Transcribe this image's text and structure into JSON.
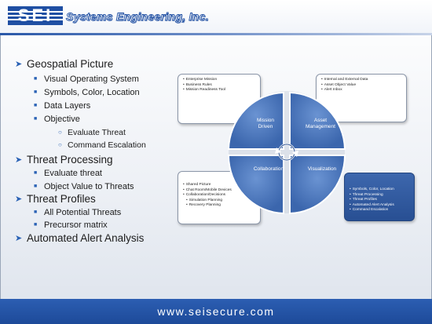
{
  "header": {
    "logo_text": "SEI",
    "company": "Systems Engineering, Inc."
  },
  "outline": {
    "geospatial": "Geospatial Picture",
    "visual_os": "Visual Operating System",
    "symbols": "Symbols, Color, Location",
    "data_layers": "Data Layers",
    "objective": "Objective",
    "evaluate_threat": "Evaluate Threat",
    "command_escalation": "Command Escalation",
    "threat_processing": "Threat Processing",
    "evaluate_threat_lc": "Evaluate threat",
    "object_value": "Object Value to Threats",
    "threat_profiles": "Threat Profiles",
    "all_potential": "All Potential Threats",
    "precursor": "Precursor matrix",
    "automated": "Automated Alert Analysis"
  },
  "diagram": {
    "quadrants": {
      "mission_l1": "Mission",
      "mission_l2": "Driven",
      "asset_l1": "Asset",
      "asset_l2": "Management",
      "collaboration": "Collaboration",
      "visualization": "Visualization"
    },
    "callout_top_left": [
      "Enterprise Mission",
      "Business Rules",
      "Mission Readiness Tool"
    ],
    "callout_top_right": [
      "Internal and External  Data",
      "Asset Object Value",
      "Alert Inbox"
    ],
    "callout_bottom_left": {
      "items": [
        "Shared Picture",
        "Chat Room/Mobile Devices",
        "Collaboration/Decisions"
      ],
      "sub_items": [
        "Simulation Planning",
        "Recovery Planning"
      ]
    },
    "callout_bottom_right": [
      "Symbols, Color, Location",
      "Threat Processing",
      "Threat Profiles",
      "Automated Alert Analysis",
      "Command Escalation"
    ]
  },
  "footer": {
    "url": "www.seisecure.com"
  },
  "colors": {
    "brand_blue": "#1f4fa3",
    "accent_blue": "#2a62b5",
    "wheel_blue": "#4a76bd",
    "footer_blue": "#2457aa"
  },
  "icons": [
    "arrow-bullet-icon",
    "square-bullet-icon",
    "circle-bullet-icon",
    "cycle-arrows-icon"
  ]
}
